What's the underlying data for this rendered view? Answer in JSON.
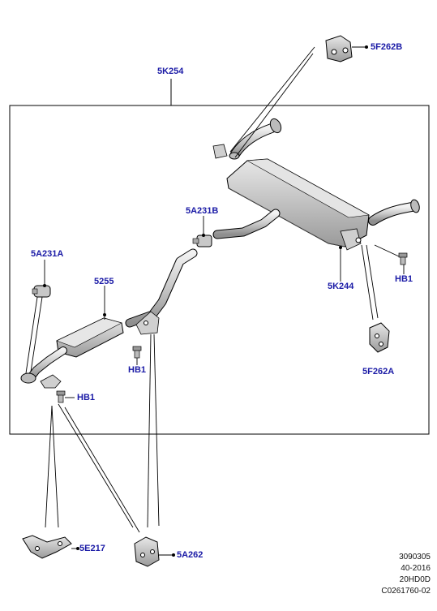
{
  "callouts": {
    "p5f262b": "5F262B",
    "p5k254": "5K254",
    "p5a231b": "5A231B",
    "p5a231a": "5A231A",
    "p5255": "5255",
    "p5k244": "5K244",
    "hb1_right": "HB1",
    "hb1_mid": "HB1",
    "hb1_left": "HB1",
    "p5f262a": "5F262A",
    "p5e217": "5E217",
    "p5a262": "5A262"
  },
  "reference": {
    "line1": "3090305",
    "line2": "40-2016",
    "line3": "20HD0D",
    "line4": "C0261760-02"
  },
  "colors": {
    "callout": "#1a1aa6",
    "line": "#000000",
    "part_fill": "#d8d8d8",
    "part_shade": "#a8a8a8"
  }
}
